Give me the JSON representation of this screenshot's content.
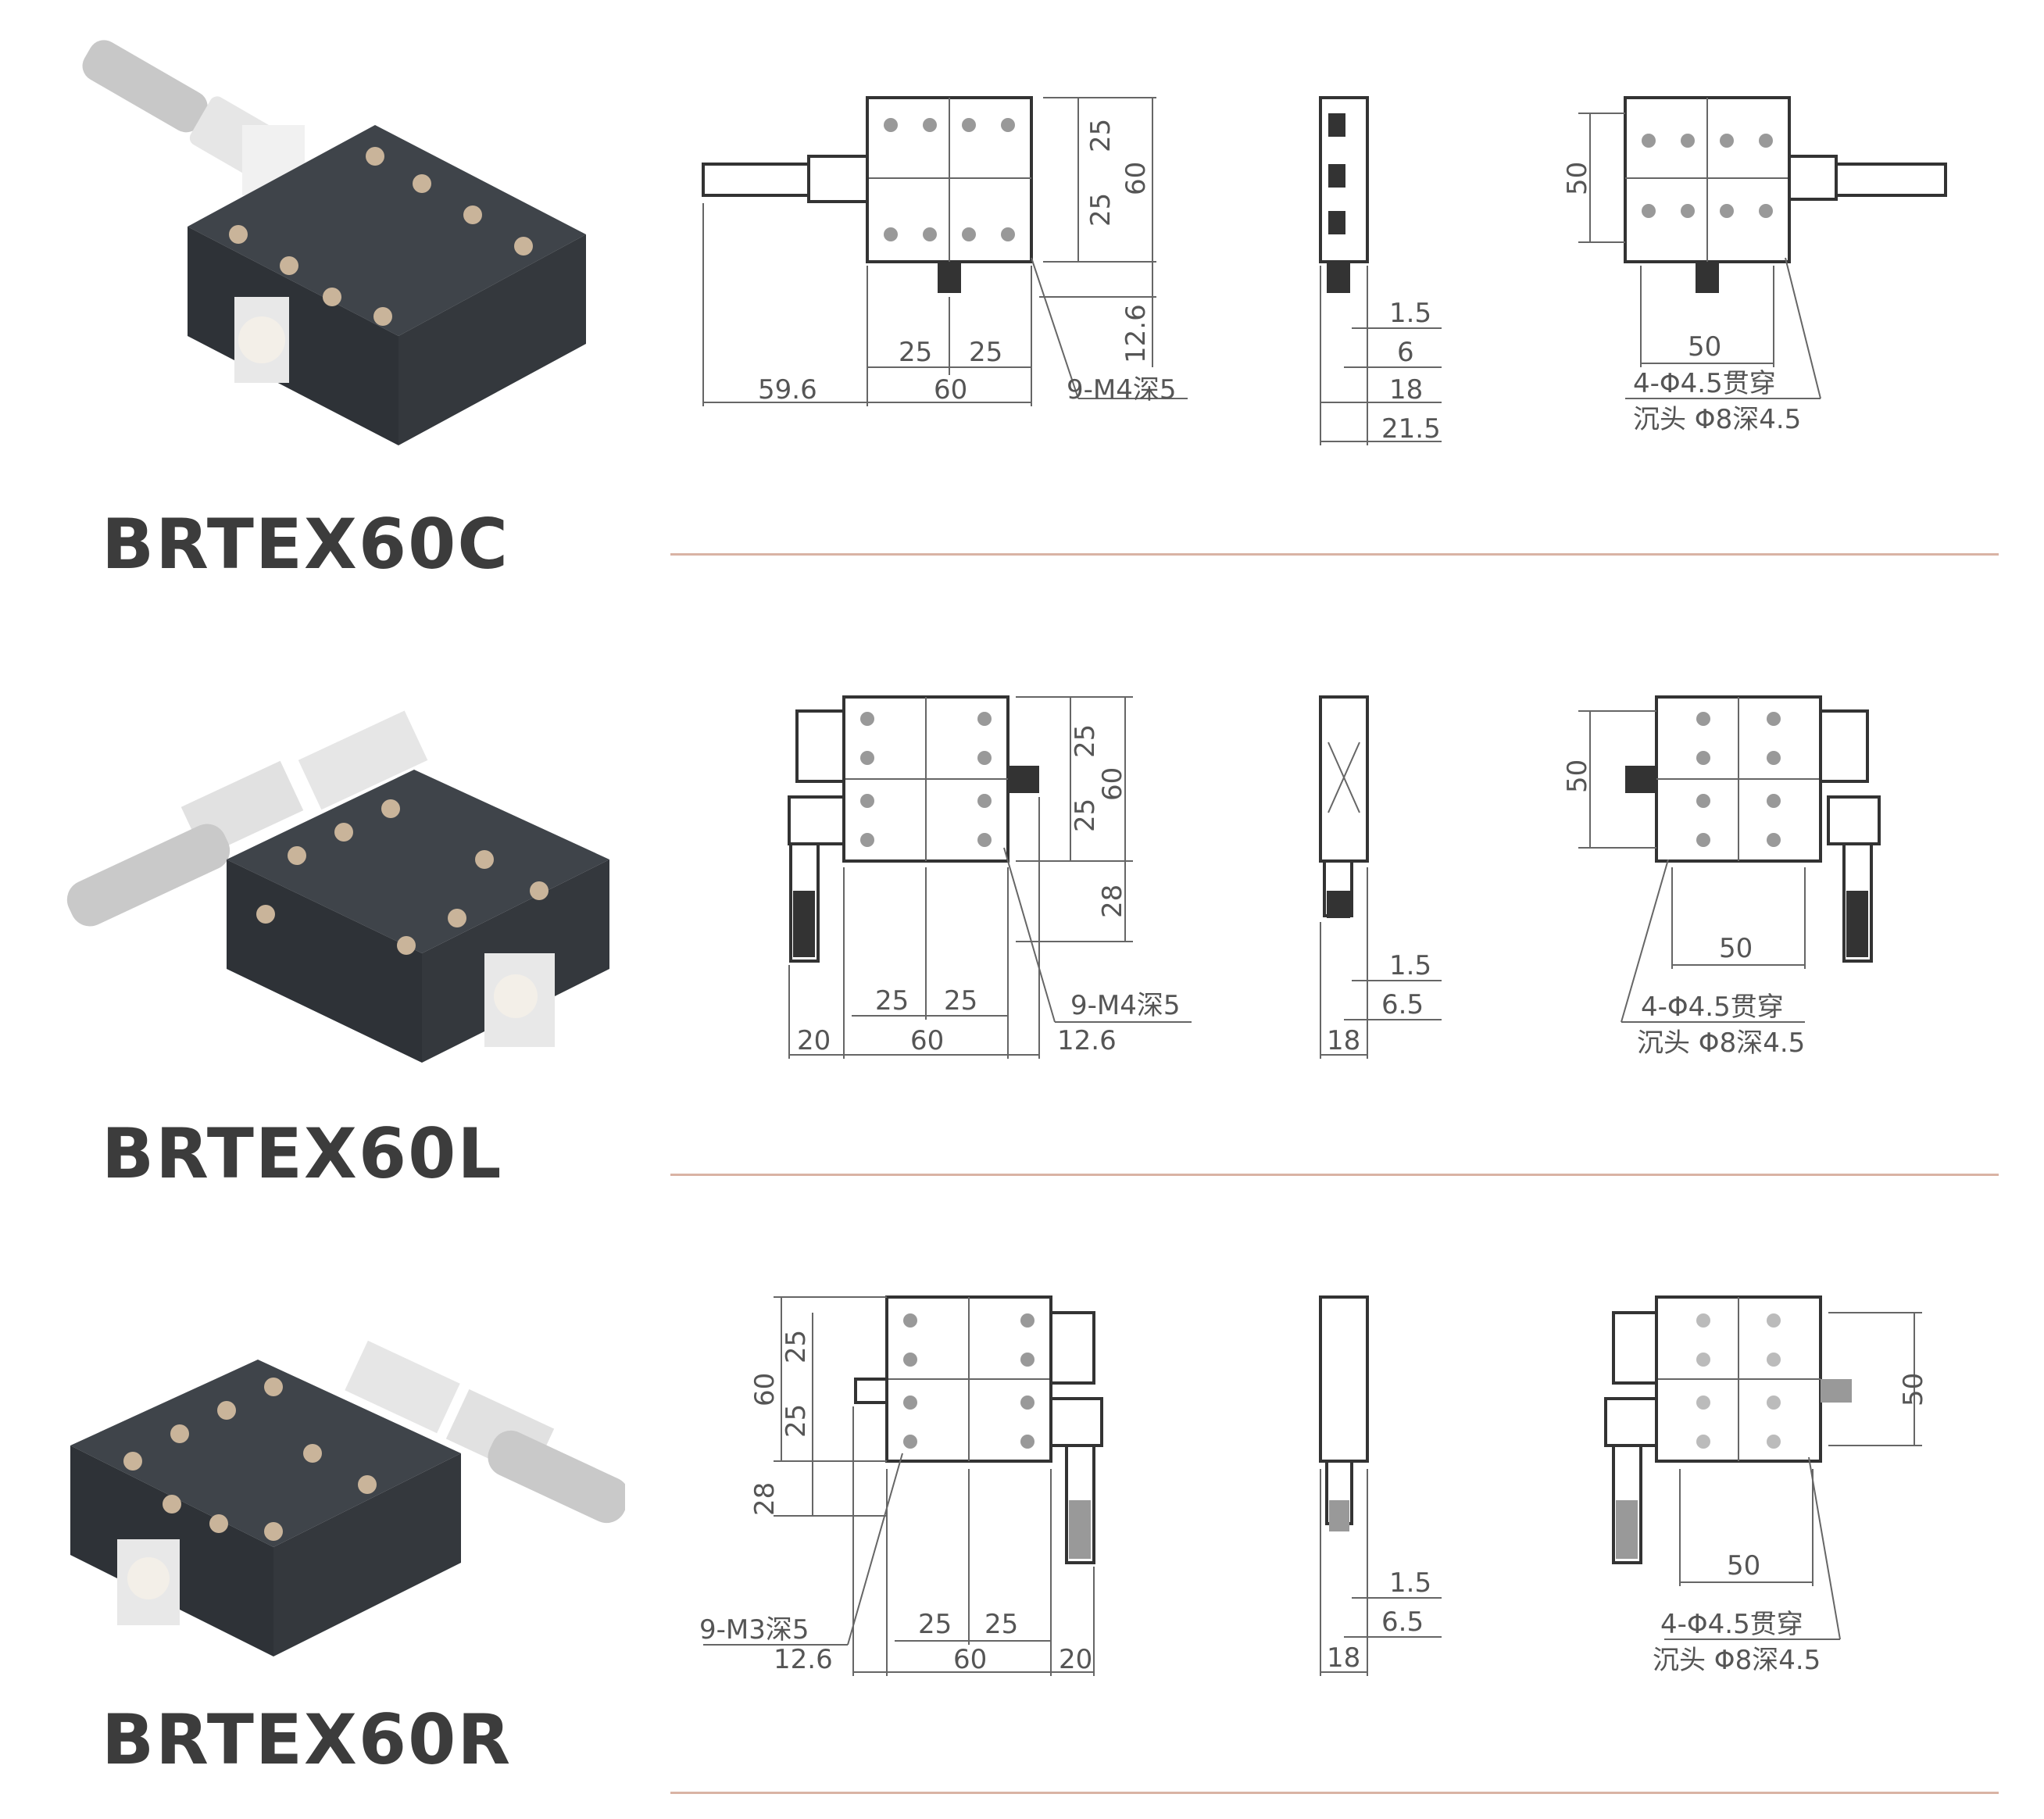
{
  "products": [
    {
      "model": "BRTEX60C",
      "top_view": {
        "dims": [
          "25",
          "25",
          "60",
          "25",
          "25",
          "12.6",
          "59.6",
          "60"
        ],
        "hole_callout": "9-M4深5"
      },
      "side_view": {
        "dims": [
          "1.5",
          "6",
          "18",
          "21.5"
        ]
      },
      "bottom_view": {
        "dims": [
          "50",
          "50"
        ],
        "callout_line1": "4-Φ4.5贯穿",
        "callout_line2": "沉头 Φ8深4.5"
      }
    },
    {
      "model": "BRTEX60L",
      "top_view": {
        "dims": [
          "25",
          "25",
          "60",
          "28",
          "25",
          "25",
          "20",
          "60",
          "12.6"
        ],
        "hole_callout": "9-M4深5"
      },
      "side_view": {
        "dims": [
          "1.5",
          "6.5",
          "18"
        ]
      },
      "bottom_view": {
        "dims": [
          "50",
          "50"
        ],
        "callout_line1": "4-Φ4.5贯穿",
        "callout_line2": "沉头 Φ8深4.5"
      }
    },
    {
      "model": "BRTEX60R",
      "top_view": {
        "dims": [
          "60",
          "25",
          "25",
          "28",
          "25",
          "25",
          "12.6",
          "60",
          "20"
        ],
        "hole_callout": "9-M3深5"
      },
      "side_view": {
        "dims": [
          "1.5",
          "6.5",
          "18"
        ]
      },
      "bottom_view": {
        "dims": [
          "50",
          "50"
        ],
        "callout_line1": "4-Φ4.5贯穿",
        "callout_line2": "沉头 Φ8深4.5"
      }
    }
  ],
  "colors": {
    "stage_body": "#3a3f45",
    "separator": "#d9b3a4",
    "model_text": "#3c3c3c"
  }
}
